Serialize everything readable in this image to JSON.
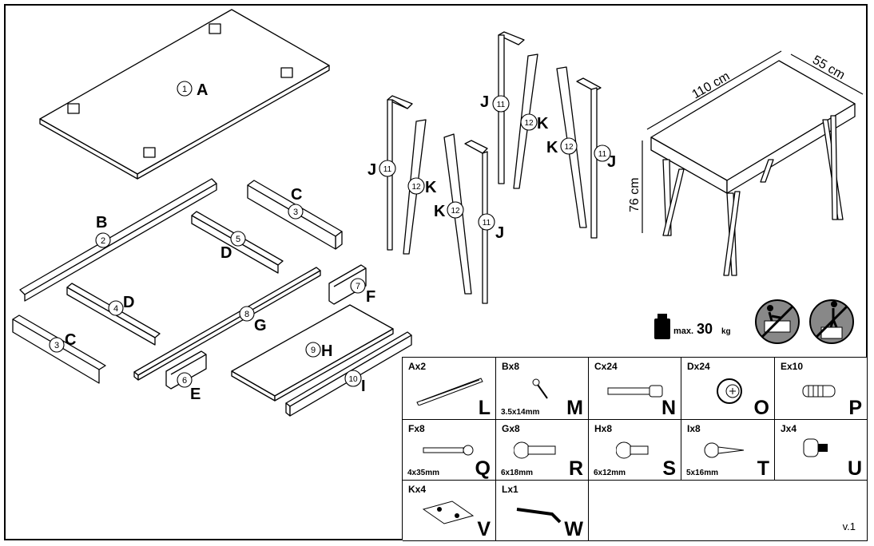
{
  "parts": {
    "A": {
      "num": "1",
      "letter": "A"
    },
    "B": {
      "num": "2",
      "letter": "B"
    },
    "C": {
      "num": "3",
      "letter": "C"
    },
    "D": {
      "num": "4",
      "letter": "D"
    },
    "D2": {
      "num": "5",
      "letter": "D"
    },
    "E": {
      "num": "6",
      "letter": "E"
    },
    "F": {
      "num": "7",
      "letter": "F"
    },
    "G": {
      "num": "8",
      "letter": "G"
    },
    "H": {
      "num": "9",
      "letter": "H"
    },
    "I": {
      "num": "10",
      "letter": "I"
    },
    "J": {
      "num": "11",
      "letter": "J"
    },
    "K": {
      "num": "12",
      "letter": "K"
    }
  },
  "dimensions": {
    "width": "110 cm",
    "depth": "55 cm",
    "height": "76 cm"
  },
  "max_load": {
    "prefix": "max.",
    "value": "30",
    "unit": "kg"
  },
  "hardware": [
    {
      "count": "Ax2",
      "letter": "L",
      "size": ""
    },
    {
      "count": "Bx8",
      "letter": "M",
      "size": "3.5x14mm"
    },
    {
      "count": "Cx24",
      "letter": "N",
      "size": ""
    },
    {
      "count": "Dx24",
      "letter": "O",
      "size": ""
    },
    {
      "count": "Ex10",
      "letter": "P",
      "size": ""
    },
    {
      "count": "Fx8",
      "letter": "Q",
      "size": "4x35mm"
    },
    {
      "count": "Gx8",
      "letter": "R",
      "size": "6x18mm"
    },
    {
      "count": "Hx8",
      "letter": "S",
      "size": "6x12mm"
    },
    {
      "count": "Ix8",
      "letter": "T",
      "size": "5x16mm"
    },
    {
      "count": "Jx4",
      "letter": "U",
      "size": ""
    },
    {
      "count": "Kx4",
      "letter": "V",
      "size": ""
    },
    {
      "count": "Lx1",
      "letter": "W",
      "size": ""
    }
  ],
  "version": "v.1"
}
